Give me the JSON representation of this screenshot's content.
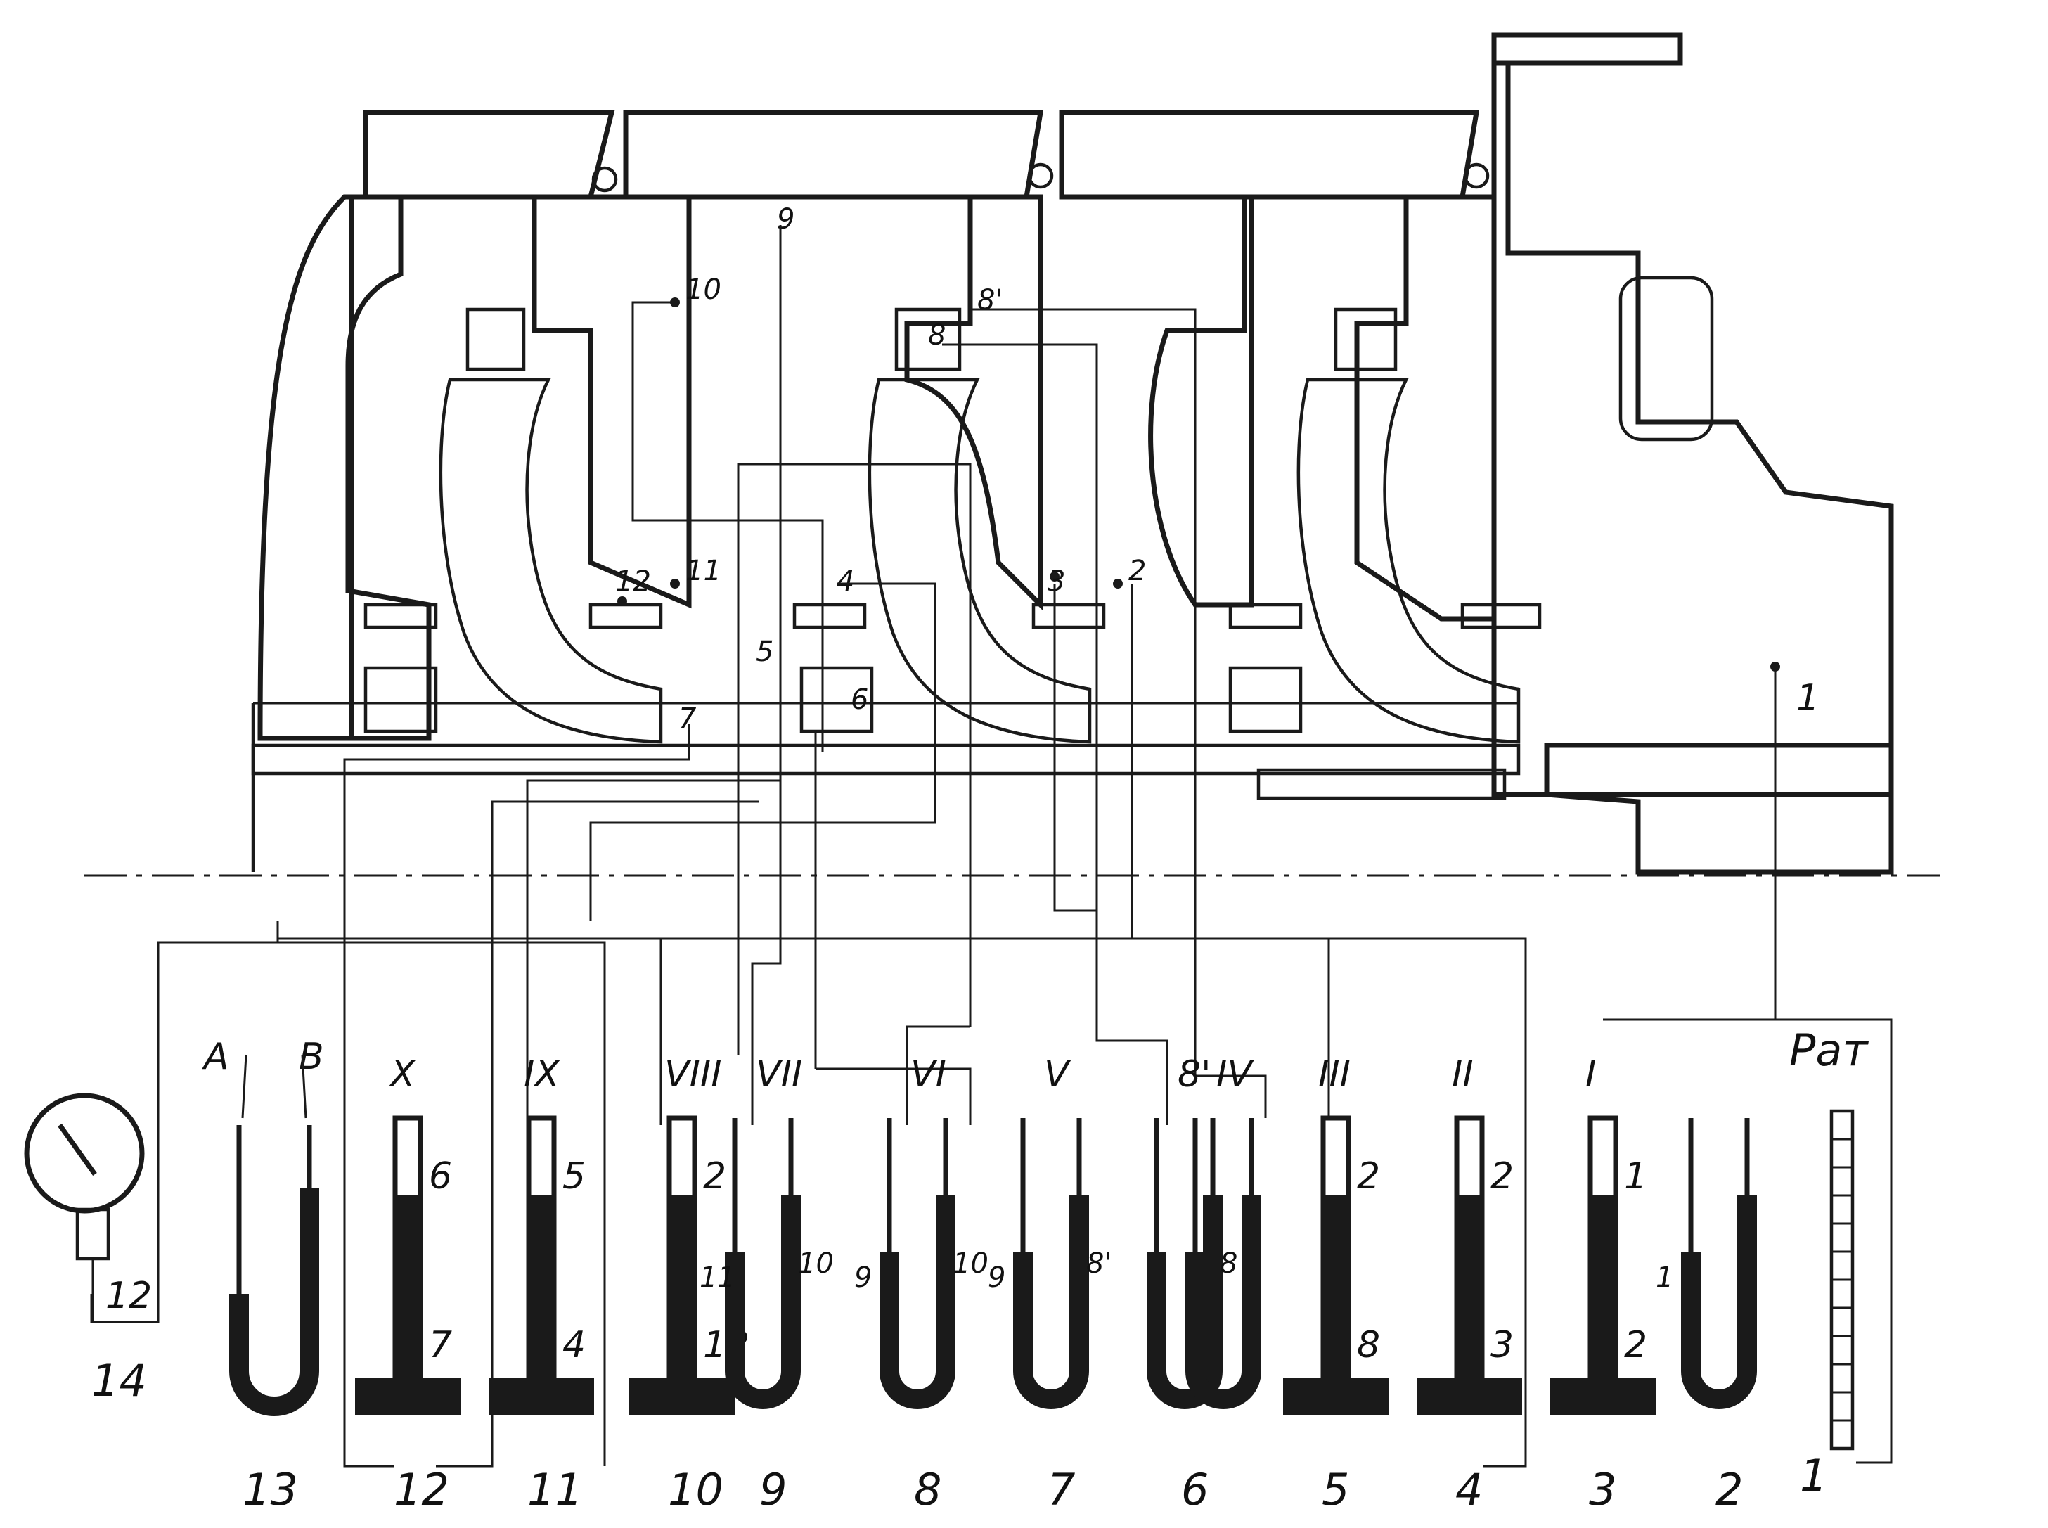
{
  "colors": {
    "ink": "#1a1a1a",
    "paper": "#ffffff",
    "hatch": "#2a2a2a"
  },
  "points": {
    "p1": "1",
    "p2": "2",
    "p3": "3",
    "p4": "4",
    "p5": "5",
    "p6": "6",
    "p7": "7",
    "p8": "8",
    "p8prime": "8'",
    "p9": "9",
    "p10": "10",
    "p11": "11",
    "p12": "12"
  },
  "labels": {
    "A": "A",
    "B": "B",
    "Pat": "Pат"
  },
  "gauge": {
    "label": "14",
    "tube_label": "12"
  },
  "instruments": [
    {
      "roman": "X",
      "top": "6",
      "bottom": "7",
      "number": "12",
      "type": "well"
    },
    {
      "roman": "IX",
      "top": "5",
      "bottom": "4",
      "number": "11",
      "type": "well"
    },
    {
      "roman": "VIII",
      "top": "2",
      "bottom": "12",
      "number": "10",
      "type": "well"
    },
    {
      "roman": "VII",
      "left": "11",
      "right": "10",
      "number": "9",
      "type": "u"
    },
    {
      "roman": "VI",
      "left": "9",
      "right": "10",
      "number": "8",
      "type": "u"
    },
    {
      "roman": "V",
      "left": "9",
      "right": "8'",
      "number": "7",
      "type": "u"
    },
    {
      "roman": "8'",
      "right": "8",
      "number": "6",
      "type": "u"
    },
    {
      "roman": "IV",
      "number": "",
      "type": "u"
    },
    {
      "roman": "III",
      "top": "2",
      "bottom": "8",
      "number": "5",
      "type": "well"
    },
    {
      "roman": "II",
      "top": "2",
      "bottom": "3",
      "number": "4",
      "type": "well"
    },
    {
      "roman": "I",
      "top": "1",
      "bottom": "2",
      "number": "3",
      "type": "well"
    },
    {
      "roman": "",
      "left": "1",
      "number": "2",
      "type": "u"
    }
  ],
  "u13": {
    "number": "13"
  },
  "scale": {
    "number": "1"
  }
}
